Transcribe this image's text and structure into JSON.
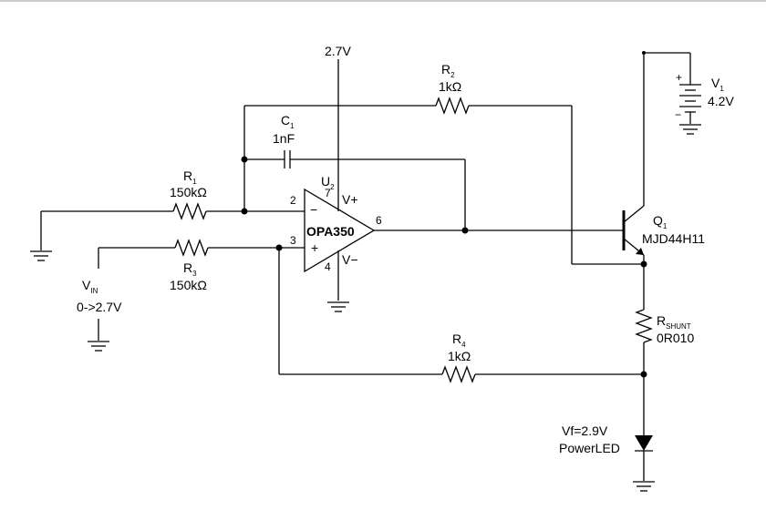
{
  "diagram": {
    "supply_label": "2.7V",
    "opamp": {
      "ref": "U",
      "ref_sub": "2",
      "part": "OPA350",
      "pin_inv": "2",
      "pin_noninv": "3",
      "pin_out": "6",
      "pin_vplus": "7",
      "pin_vminus": "4",
      "vplus_label": "V+",
      "vminus_label": "V−",
      "minus_sign": "−",
      "plus_sign": "+"
    },
    "r1": {
      "ref": "R",
      "sub": "1",
      "value": "150kΩ"
    },
    "r2": {
      "ref": "R",
      "sub": "2",
      "value": "1kΩ"
    },
    "r3": {
      "ref": "R",
      "sub": "3",
      "value": "150kΩ"
    },
    "r4": {
      "ref": "R",
      "sub": "4",
      "value": "1kΩ"
    },
    "c1": {
      "ref": "C",
      "sub": "1",
      "value": "1nF"
    },
    "vin": {
      "ref": "V",
      "sub": "IN",
      "value": "0->2.7V"
    },
    "v1": {
      "ref": "V",
      "sub": "1",
      "value": "4.2V",
      "plus": "+",
      "minus": "−"
    },
    "q1": {
      "ref": "Q",
      "sub": "1",
      "part": "MJD44H11"
    },
    "rshunt": {
      "ref": "R",
      "sub": "SHUNT",
      "value": "0R010"
    },
    "led": {
      "vf": "Vf=2.9V",
      "name": "PowerLED"
    }
  }
}
